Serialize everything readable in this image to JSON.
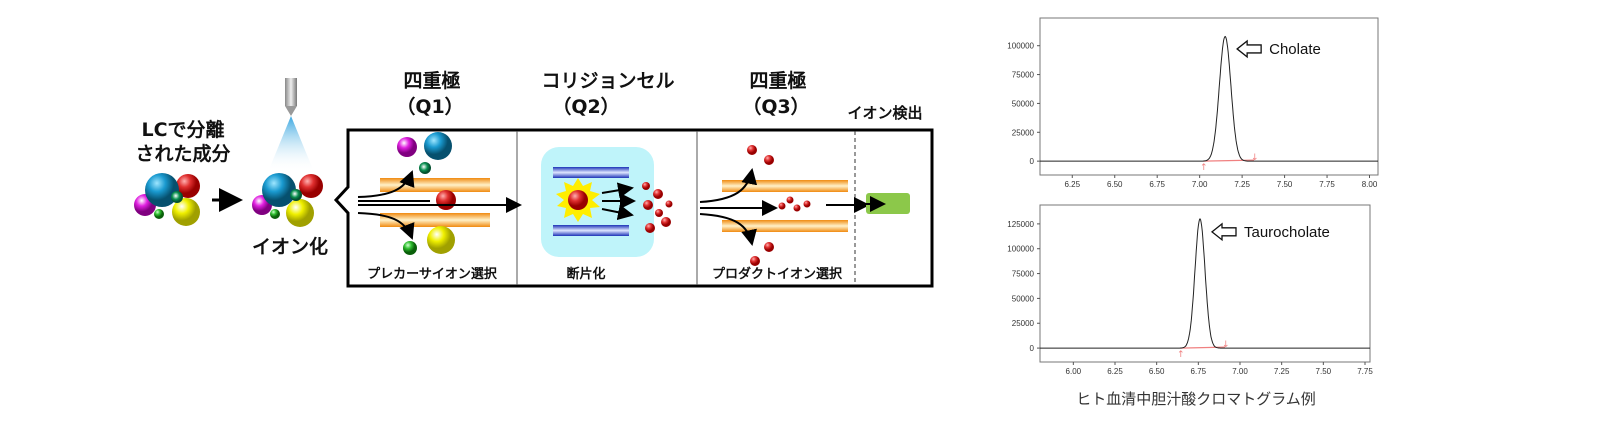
{
  "diagram": {
    "lc_line1": "LCで分離",
    "lc_line2": "された成分",
    "ionization": "イオン化",
    "q1_title": "四重極",
    "q1_sub": "（Q1）",
    "q2_title": "コリジョンセル",
    "q2_sub": "（Q2）",
    "q3_title": "四重極",
    "q3_sub": "（Q3）",
    "detector": "イオン検出",
    "q1_caption": "プレカーサイオン選択",
    "q2_caption": "断片化",
    "q3_caption": "プロダクトイオン選択",
    "colors": {
      "rod": "#f7a030",
      "cell_rod": "#2a48c8",
      "cell_bg": "#bff4fa",
      "ion_red": "#e03030",
      "detector": "#8cc84a"
    }
  },
  "caption": "ヒト血清中胆汁酸クロマトグラム例",
  "chart_data": [
    {
      "type": "line",
      "annotation": "Cholate",
      "xlim": [
        6.06,
        8.05
      ],
      "ylim": [
        -12000,
        124000
      ],
      "xticks": [
        "6.25",
        "6.50",
        "6.75",
        "7.00",
        "7.25",
        "7.50",
        "7.75",
        "8.00"
      ],
      "yticks": [
        "0",
        "25000",
        "50000",
        "75000",
        "100000"
      ],
      "peak": {
        "rt": 7.15,
        "height": 108000,
        "sigma": 0.034
      },
      "integration_range": [
        7.02,
        7.32
      ]
    },
    {
      "type": "line",
      "annotation": "Taurocholate",
      "xlim": [
        5.8,
        7.78
      ],
      "ylim": [
        -14000,
        144000
      ],
      "xticks": [
        "6.00",
        "6.25",
        "6.50",
        "6.75",
        "7.00",
        "7.25",
        "7.50",
        "7.75"
      ],
      "yticks": [
        "0",
        "25000",
        "50000",
        "75000",
        "100000",
        "125000"
      ],
      "peak": {
        "rt": 6.76,
        "height": 130000,
        "sigma": 0.03
      },
      "integration_range": [
        6.64,
        6.91
      ]
    }
  ]
}
